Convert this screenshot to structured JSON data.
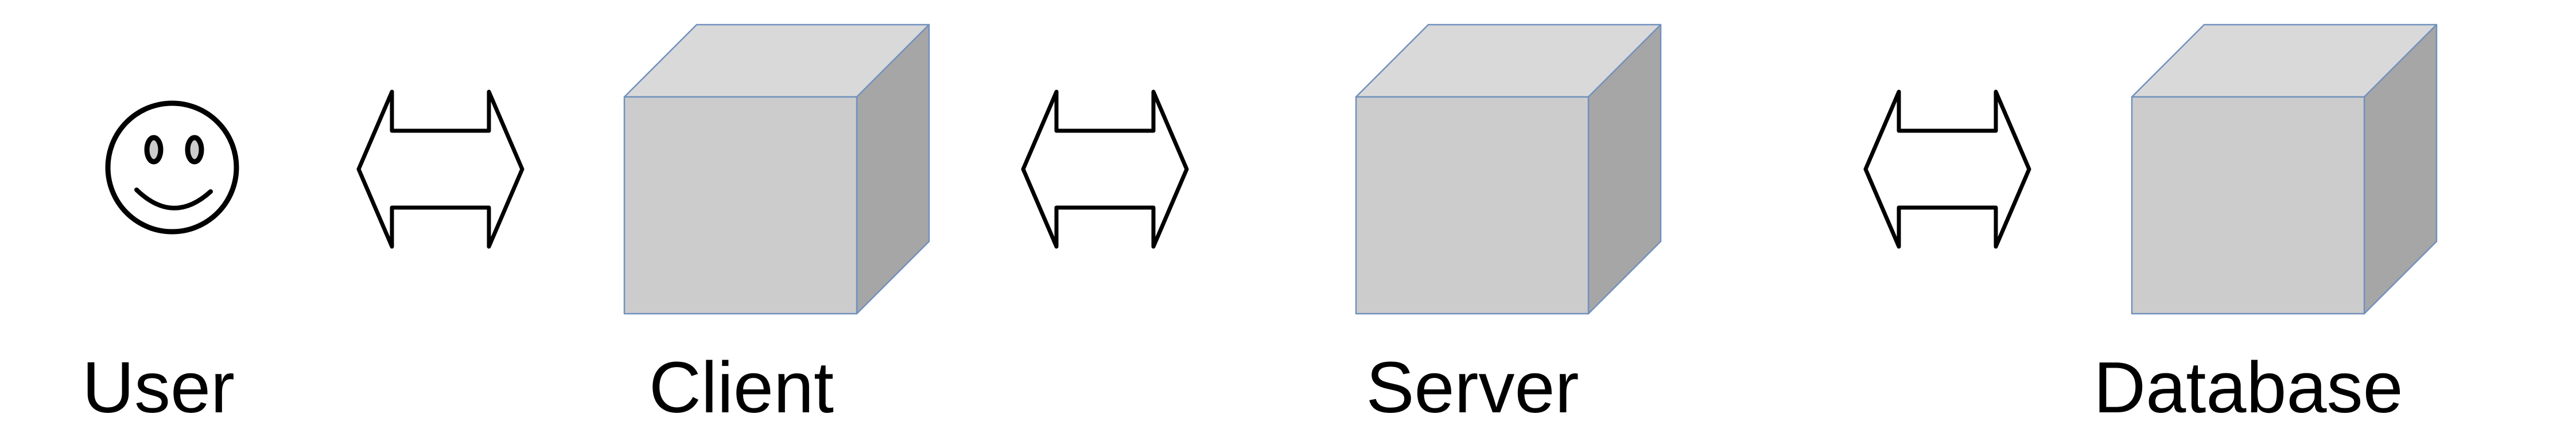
{
  "page": {
    "background": "#ffffff"
  },
  "diagram": {
    "type": "architecture-flow",
    "nodes": [
      {
        "id": "user",
        "label": "User",
        "shape": "smiley-face"
      },
      {
        "id": "client",
        "label": "Client",
        "shape": "cube"
      },
      {
        "id": "server",
        "label": "Server",
        "shape": "cube"
      },
      {
        "id": "database",
        "label": "Database",
        "shape": "cube"
      }
    ],
    "connectors": [
      {
        "from": "User",
        "to": "Client",
        "style": "double-headed-horizontal-arrow"
      },
      {
        "from": "Client",
        "to": "Server",
        "style": "double-headed-horizontal-arrow"
      },
      {
        "from": "Server",
        "to": "Database",
        "style": "double-headed-horizontal-arrow"
      }
    ],
    "colors": {
      "cube_top": "#d9d9d9",
      "cube_front": "#cccccc",
      "cube_side": "#a6a6a6",
      "cube_edge": "#7191bd",
      "arrow_fill": "#ffffff",
      "arrow_stroke": "#000000",
      "smiley_fill": "#ffffff",
      "smiley_stroke": "#000000",
      "smiley_eye_fill": "#cccccc",
      "label_color": "#000000"
    }
  }
}
